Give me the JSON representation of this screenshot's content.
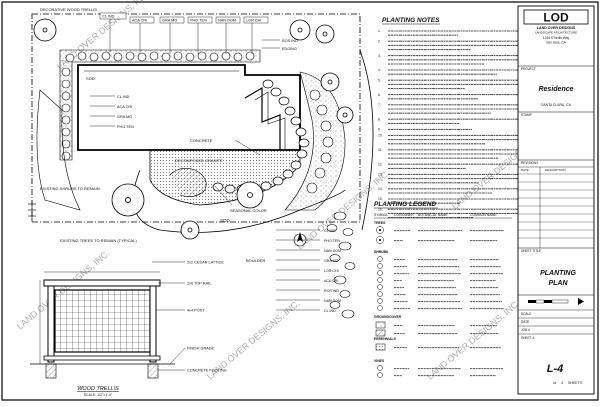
{
  "firm": {
    "logo_text": "LOD",
    "name": "LAND OVER DESIGNS",
    "tagline": "LANDSCAPE ARCHITECTURE",
    "address": "1234 O'Verlin Way",
    "city": "San Jose, CA",
    "watermark": "LAND OVER DESIGNS, INC."
  },
  "titleblock": {
    "project_label": "PROJECT",
    "project_name": "Residence",
    "location": "SANTA CLARA, CA",
    "stamp_label": "STAMP",
    "revisions_label": "REVISIONS",
    "date_label": "DATE",
    "description_label": "DESCRIPTION",
    "sheet_title_label": "SHEET TITLE",
    "sheet_title": "PLANTING PLAN",
    "scale_label": "SCALE",
    "date_row_label": "DATE",
    "job_label": "JOB #",
    "sheet_label": "SHEET #",
    "sheet_number": "L-4",
    "sheet_of": "of",
    "sheet_count": "4",
    "sheets_word": "SHEETS"
  },
  "notes": {
    "title": "PLANTING NOTES",
    "numbers": [
      "1.",
      "2.",
      "3.",
      "4.",
      "5.",
      "6.",
      "7.",
      "8.",
      "9.",
      "10.",
      "11.",
      "12.",
      "13.",
      "14.",
      "15.",
      "16."
    ]
  },
  "legend": {
    "title": "PLANTING LEGEND",
    "headers": [
      "SYMBOL",
      "CONTAINER",
      "BOTANICAL NAME",
      "COMMON NAME"
    ],
    "groups": [
      "TREES",
      "SHRUBS",
      "GROUNDCOVER",
      "PERENNIALS",
      "VINES"
    ]
  },
  "plan": {
    "trellis_callout": "DECORATIVE WOOD TRELLIS",
    "existing_trees": "EXISTING TREES TO REMAIN (TYPICAL)",
    "existing_shrubs": "EXISTING SHRUBS TO REMAIN",
    "sod_label": "SOD",
    "gravel_label": "DECOMPOSED GRANITE",
    "concrete_label": "CONCRETE",
    "boulder_label": "BOULDER",
    "edging_label": "EDGING",
    "seasonal_label": "SEASONAL COLOR",
    "plant_tags": [
      "CL IND",
      "ACA CRI",
      "GRA MO",
      "PHO TEN",
      "NAN DOM",
      "LOR CHI",
      "ROS IND"
    ]
  },
  "detail": {
    "title": "WOOD TRELLIS",
    "scale": "SCALE: 1/2\"=1'-0\"",
    "callouts": [
      "2x2 CEDAR LATTICE",
      "2x6 TOP RAIL",
      "4x4 POST",
      "CONCRETE FOOTING",
      "FINISH GRADE"
    ]
  }
}
